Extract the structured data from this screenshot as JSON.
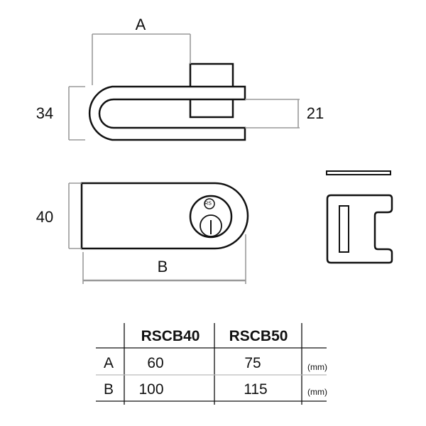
{
  "dimensions": {
    "a": "A",
    "b": "B",
    "height_top": "34",
    "slot": "21",
    "height_front": "40"
  },
  "logo": "RS",
  "table": {
    "columns": [
      "RSCB40",
      "RSCB50"
    ],
    "rows": [
      {
        "label": "A",
        "values": [
          "60",
          "75"
        ],
        "unit": "(mm)"
      },
      {
        "label": "B",
        "values": [
          "100",
          "115"
        ],
        "unit": "(mm)"
      }
    ]
  }
}
